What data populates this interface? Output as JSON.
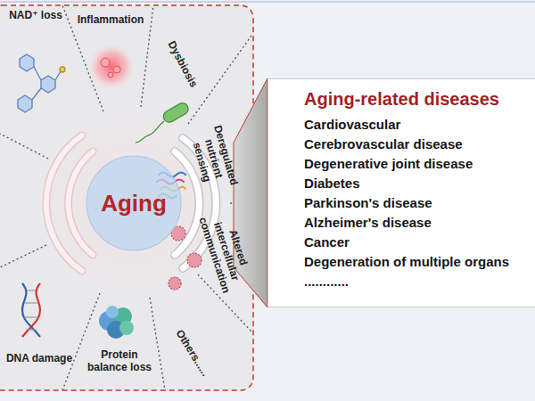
{
  "diagram": {
    "nodes": [
      {
        "text": [
          "Aging"
        ]
      },
      {
        "text": [
          "Aging-related diseases",
          "Cardiovascular",
          "Cerebrovascular disease",
          "Degenerative joint disease",
          "Diabetes",
          "Parkinson's disease",
          "Alzheimer's disease",
          "Cancer",
          "Degeneration of multiple organs",
          "............"
        ]
      }
    ],
    "labels": [
      "NAD⁺ loss",
      "Inflammation",
      "Dysbiosis",
      "Deregulated nutrient sensing",
      "Altered intercellular communication",
      "Others......",
      "Protein balance loss",
      "DNA damage"
    ]
  }
}
